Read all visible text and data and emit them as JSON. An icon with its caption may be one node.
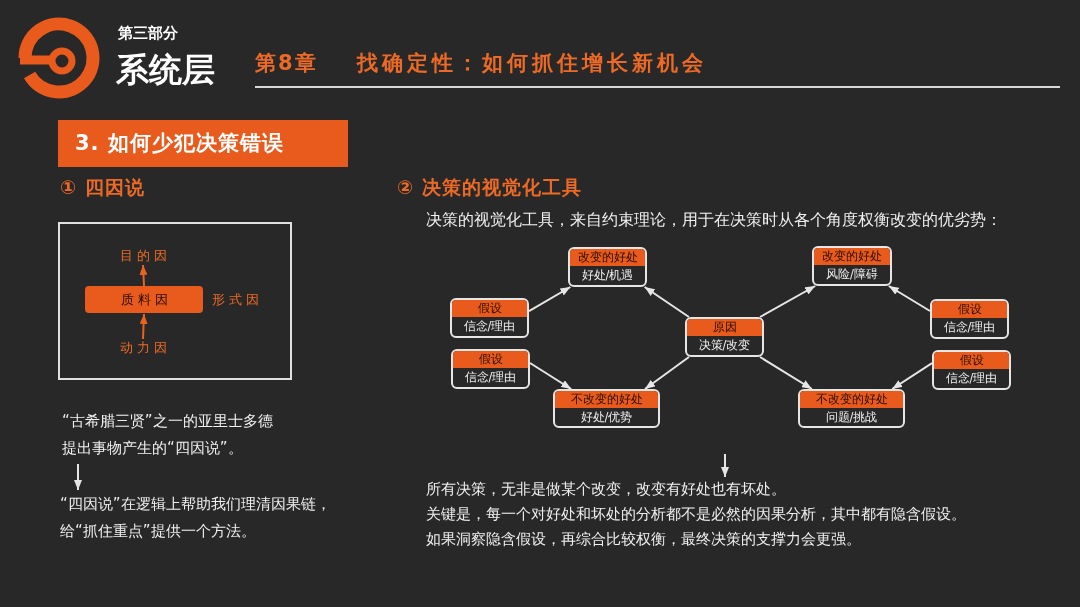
{
  "diagram": {
    "nodes": [
      {
        "text": [
          "3. 如何少犯决策错误"
        ]
      },
      {
        "text": [],
        "shape": "box"
      },
      {
        "text": [
          "目的因"
        ],
        "in": 1
      },
      {
        "text": [
          "质料因"
        ],
        "in": 1
      },
      {
        "text": [
          "动力因"
        ],
        "in": 1
      },
      {
        "text": [
          "“古希腊三贤”之一的亚里士多德提出事物产生的“四因说”。"
        ]
      },
      {
        "text": [
          "“四因说”在逻辑上帮助我们理清因果链，给“抓住重点”提供一个方法。"
        ]
      },
      {
        "text": [
          "改变的好处",
          "好处/机遇"
        ]
      },
      {
        "text": [
          "改变的好处",
          "风险/障碍"
        ]
      },
      {
        "text": [
          "假设",
          "信念/理由"
        ]
      },
      {
        "text": [
          "假设",
          "信念/理由"
        ]
      },
      {
        "text": [
          "原因",
          "决策/改变"
        ]
      },
      {
        "text": [
          "假设",
          "信念/理由"
        ]
      },
      {
        "text": [
          "假设",
          "信念/理由"
        ]
      },
      {
        "text": [
          "不改变的好处",
          "好处/优势"
        ]
      },
      {
        "text": [
          "不改变的好处",
          "问题/挑战"
        ]
      },
      {
        "text": [
          "所有决策，无非是做某个改变，改变有好处也有坏处。",
          "关键是，每一个对好处和坏处的分析都不是必然的因果分析，其中都有隐含假设。",
          "如果洞察隐含假设，再综合比较权衡，最终决策的支撑力会更强。"
        ]
      }
    ],
    "edges": [
      {
        "from": 4,
        "to": 3,
        "arrow": "to",
        "color": "#e8631f"
      },
      {
        "from": 3,
        "to": 2,
        "arrow": "to",
        "color": "#e8631f"
      },
      {
        "from": 5,
        "to": 6,
        "arrow": "to"
      },
      {
        "from": 9,
        "to": 7,
        "arrow": "to"
      },
      {
        "from": 11,
        "to": 7,
        "arrow": "to"
      },
      {
        "from": 11,
        "to": 8,
        "arrow": "to"
      },
      {
        "from": 10,
        "to": 8,
        "arrow": "to"
      },
      {
        "from": 12,
        "to": 14,
        "arrow": "to"
      },
      {
        "from": 11,
        "to": 14,
        "arrow": "to"
      },
      {
        "from": 11,
        "to": 15,
        "arrow": "to"
      },
      {
        "from": 13,
        "to": 15,
        "arrow": "to"
      },
      {
        "from": null,
        "to": 16,
        "arrow": "to"
      }
    ],
    "labels": [
      "第三部分",
      "系统层",
      "第8章",
      "找确定性：如何抓住增长新机会",
      "① 四因说",
      "② 决策的视觉化工具",
      "决策的视觉化工具，来自约束理论，用于在决策时从各个角度权衡改变的优劣势：",
      "形式因"
    ]
  }
}
